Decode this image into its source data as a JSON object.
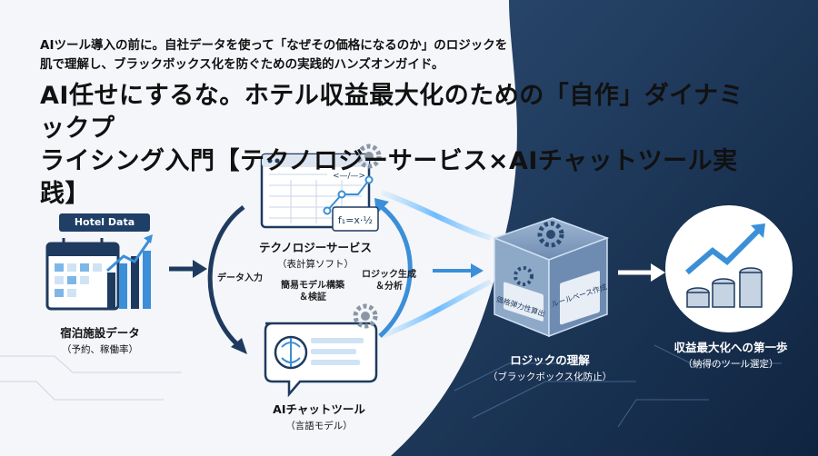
{
  "header": {
    "subtitle_line1": "AIツール導入の前に。自社データを使って「なぜその価格になるのか」のロジックを",
    "subtitle_line2": "肌で理解し、ブラックボックス化を防ぐための実践的ハンズオンガイド。",
    "title_line1": "AI任せにするな。ホテル収益最大化のための「自作」ダイナミックプ",
    "title_line2": "ライシング入門【テクノロジーサービス×AIチャットツール実践】"
  },
  "diagram": {
    "hotel_badge": "Hotel Data",
    "hotel_data": {
      "label": "宿泊施設データ",
      "sub": "（予約、稼働率）"
    },
    "tech_service": {
      "label": "テクノロジーサービス",
      "sub": "（表計算ソフト）"
    },
    "ai_chat": {
      "label": "AIチャットツール",
      "sub": "（言語モデル）"
    },
    "data_input": "データ入力",
    "simple_model": {
      "line1": "簡易モデル構築",
      "line2": "＆検証"
    },
    "logic_gen": {
      "line1": "ロジック生成",
      "line2": "＆分析"
    },
    "logic_understanding": {
      "label": "ロジックの理解",
      "sub": "（ブラックボックス化防止）"
    },
    "revenue": {
      "label": "収益最大化への第一歩",
      "sub": "（納得のツール選定）"
    },
    "cube_left_text": "価格弾力性算出",
    "cube_right_text": "ルールベース作成",
    "formula": "f₁=x·½",
    "window_code": "<—/—>"
  },
  "colors": {
    "navy": "#1e3a5f",
    "accent_blue": "#3a8fd8",
    "dark_text": "#111111"
  }
}
